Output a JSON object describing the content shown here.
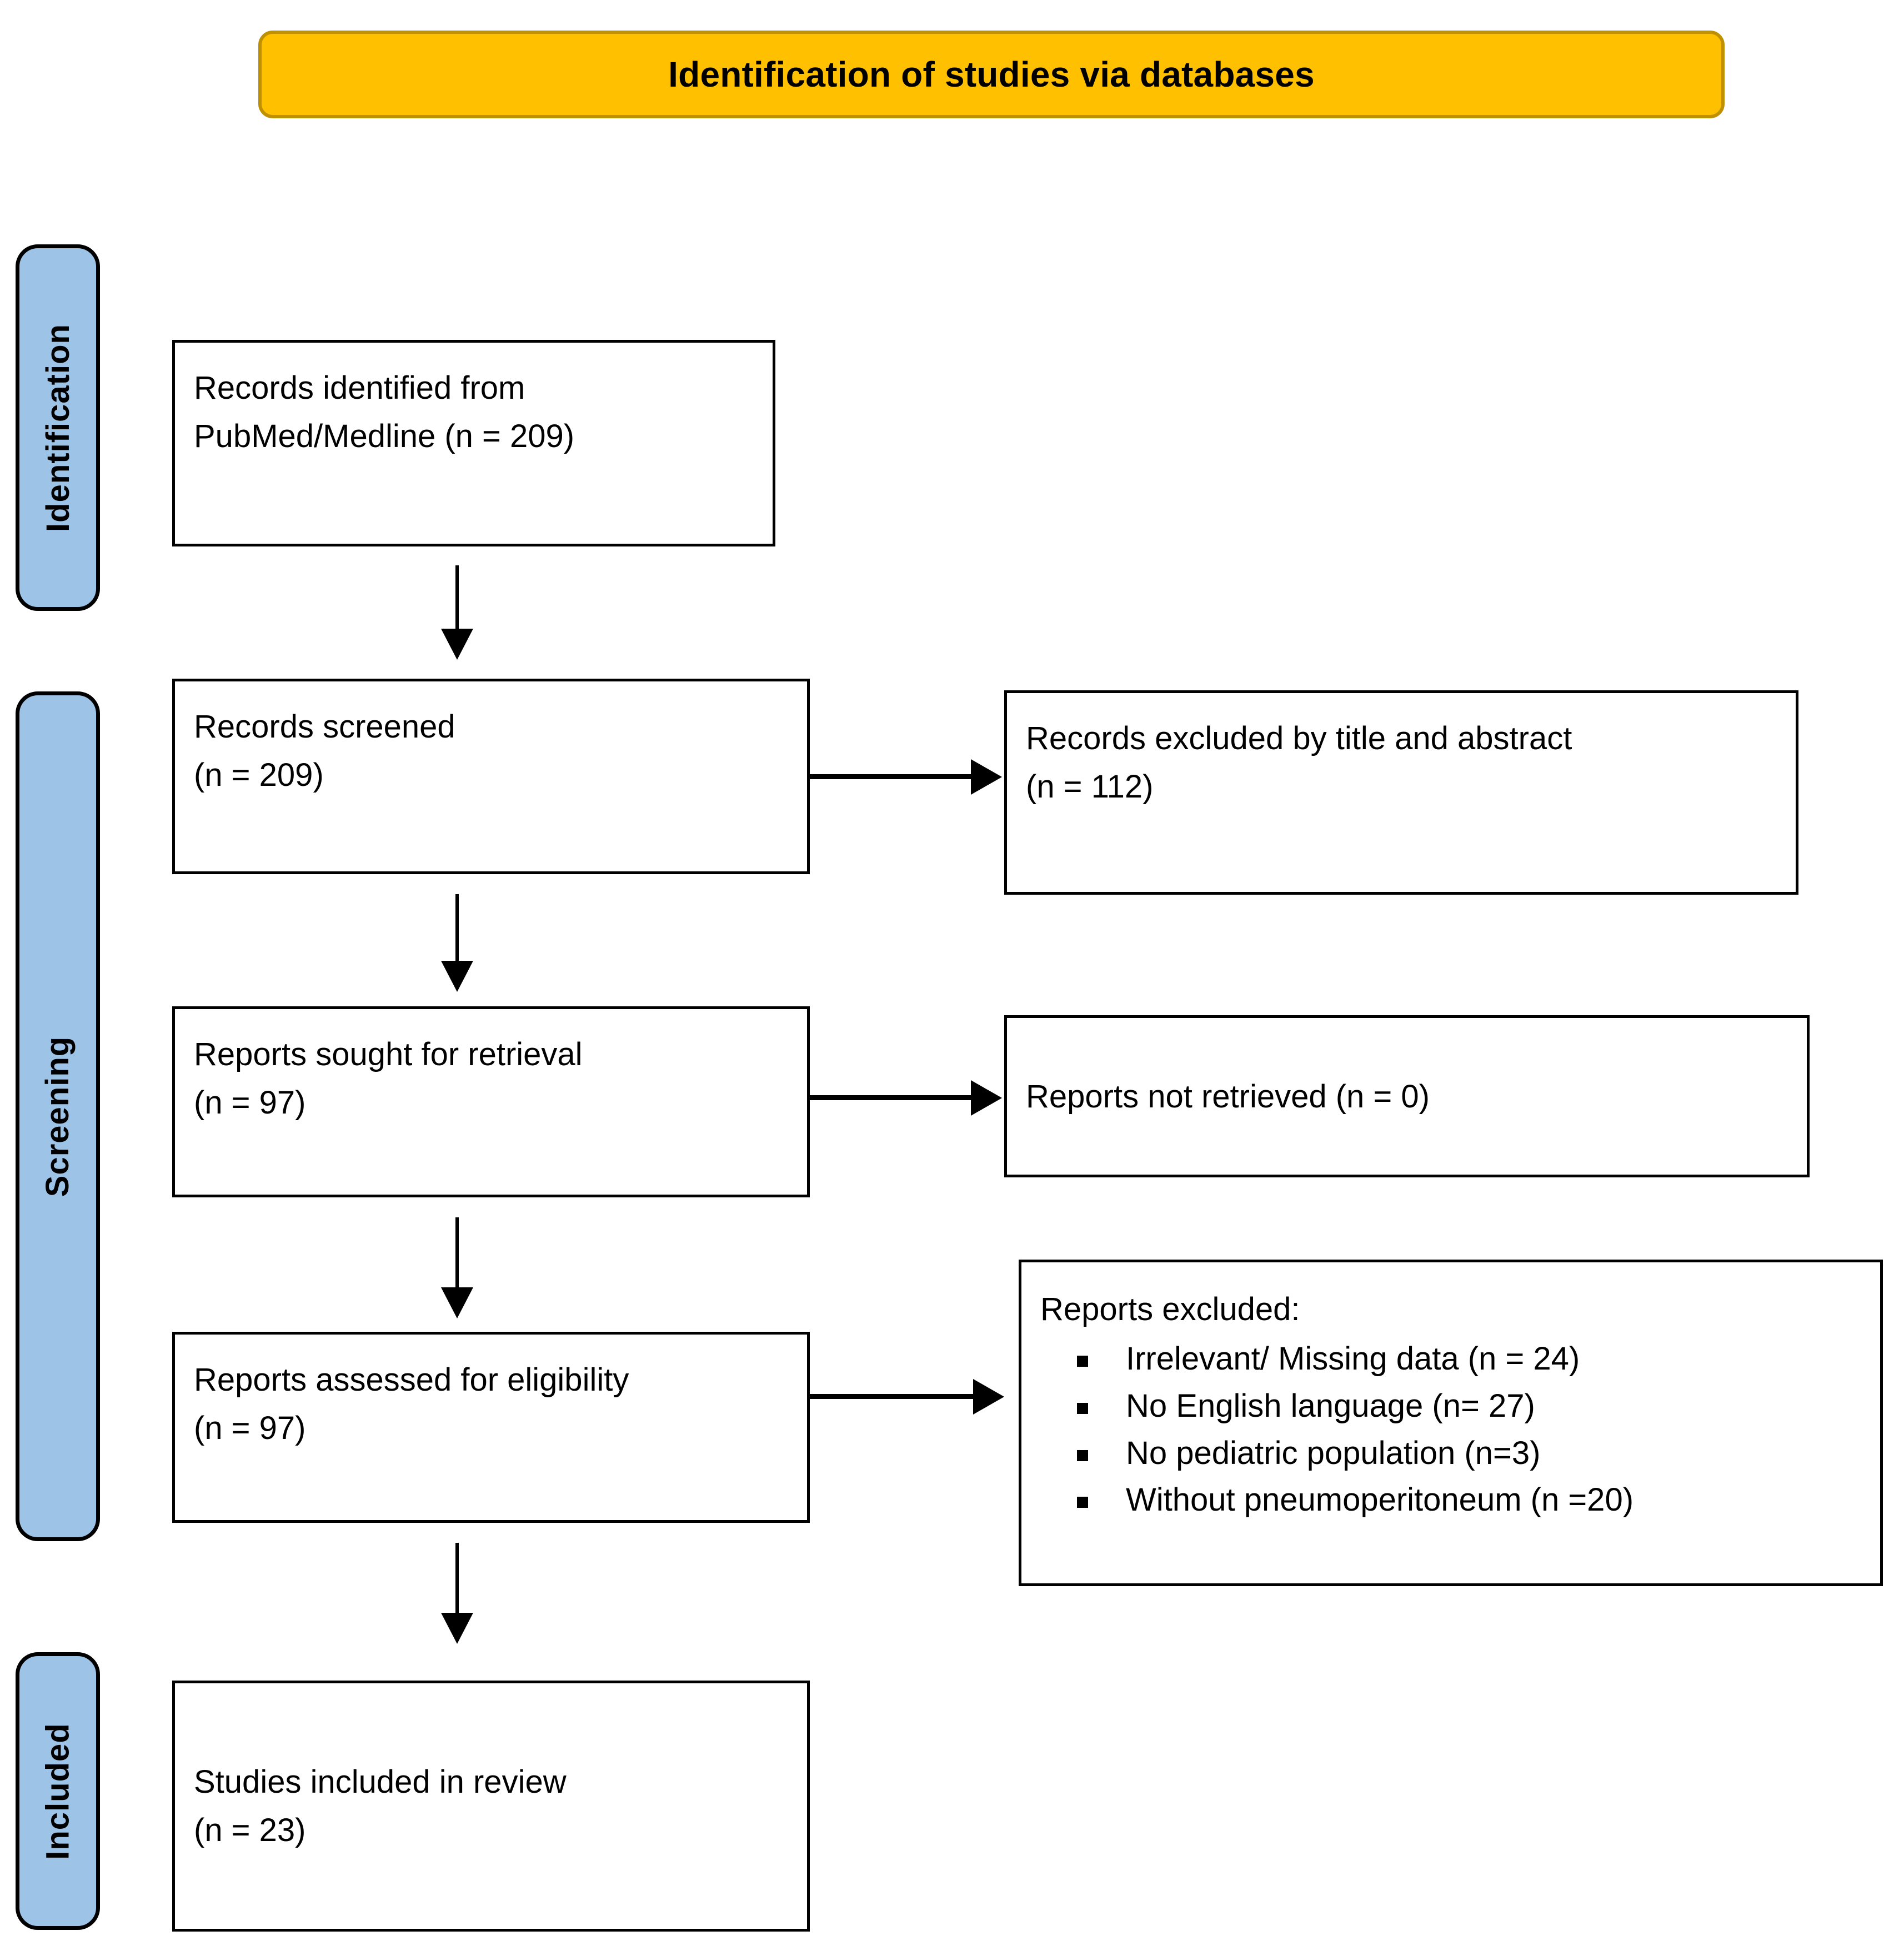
{
  "header": {
    "title": "Identification of studies via databases",
    "fill_color": "#FFC000",
    "border_color": "#BF9000"
  },
  "stages": [
    {
      "label": "Identification",
      "fill_color": "#9DC3E6"
    },
    {
      "label": "Screening",
      "fill_color": "#9DC3E6"
    },
    {
      "label": "Included",
      "fill_color": "#9DC3E6"
    }
  ],
  "boxes": {
    "records_identified": "Records identified from\nPubMed/Medline (n = 209)",
    "records_screened": "Records screened\n(n = 209)",
    "records_excluded": "Records excluded by title and abstract\n(n = 112)",
    "reports_sought": "Reports sought for retrieval\n(n = 97)",
    "reports_not_retrieved": "Reports not retrieved (n = 0)",
    "reports_assessed": "Reports assessed for eligibility\n(n = 97)",
    "studies_included": "Studies included in review\n(n = 23)"
  },
  "reports_excluded": {
    "title": "Reports excluded:",
    "bullet_glyph": "square",
    "items": [
      "Irrelevant/ Missing data (n = 24)",
      "No English language (n= 27)",
      "No pediatric population (n=3)",
      "Without pneumoperitoneum (n =20)"
    ]
  },
  "flow_data": {
    "type": "prisma-flow-diagram",
    "identified": 209,
    "screened": 209,
    "excluded_title_abstract": 112,
    "sought_for_retrieval": 97,
    "not_retrieved": 0,
    "assessed_for_eligibility": 97,
    "excluded_breakdown": {
      "irrelevant_missing_data": 24,
      "no_english_language": 27,
      "no_pediatric_population": 3,
      "without_pneumoperitoneum": 20
    },
    "included_in_review": 23
  }
}
